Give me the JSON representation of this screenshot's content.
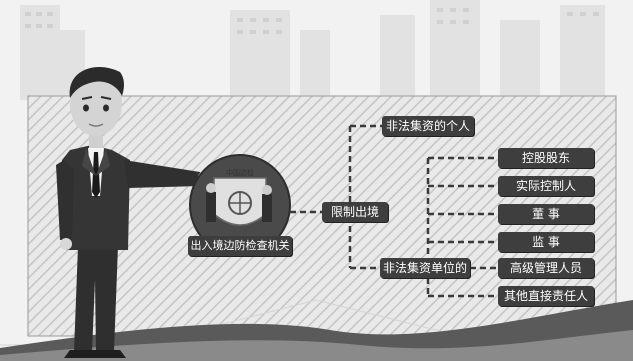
{
  "emblem": {
    "label": "出入境边防检查机关",
    "top_text": "中国边检"
  },
  "center": {
    "label": "限制出境"
  },
  "branches": [
    {
      "label": "非法集资的个人"
    },
    {
      "label": "非法集资单位的"
    }
  ],
  "leaves": [
    {
      "label": "控股股东"
    },
    {
      "label": "实际控制人"
    },
    {
      "label": "董  事"
    },
    {
      "label": "监  事"
    },
    {
      "label": "高级管理人员"
    },
    {
      "label": "其他直接责任人"
    }
  ],
  "colors": {
    "box": "#3e3e3e",
    "connector": "#3a3a3a",
    "hatch": "#bdbdbd",
    "background": "#f2f2f2"
  }
}
